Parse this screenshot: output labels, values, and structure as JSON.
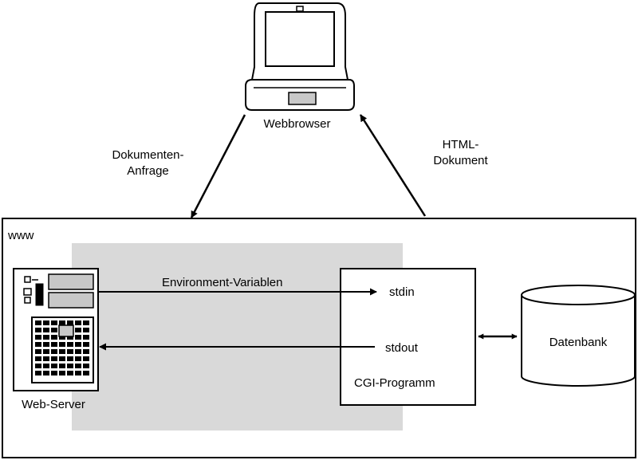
{
  "client": {
    "label": "Webbrowser"
  },
  "request": {
    "line1": "Dokumenten-",
    "line2": "Anfrage"
  },
  "response": {
    "line1": "HTML-",
    "line2": "Dokument"
  },
  "www": {
    "label": "www"
  },
  "server": {
    "label": "Web-Server"
  },
  "env_arrow": {
    "label": "Environment-Variablen"
  },
  "cgi": {
    "label": "CGI-Programm",
    "stdin": "stdin",
    "stdout": "stdout"
  },
  "database": {
    "label": "Datenbank"
  },
  "colors": {
    "zone": "#d9d9d9",
    "line": "#000000",
    "panel": "#c8c8c8"
  }
}
